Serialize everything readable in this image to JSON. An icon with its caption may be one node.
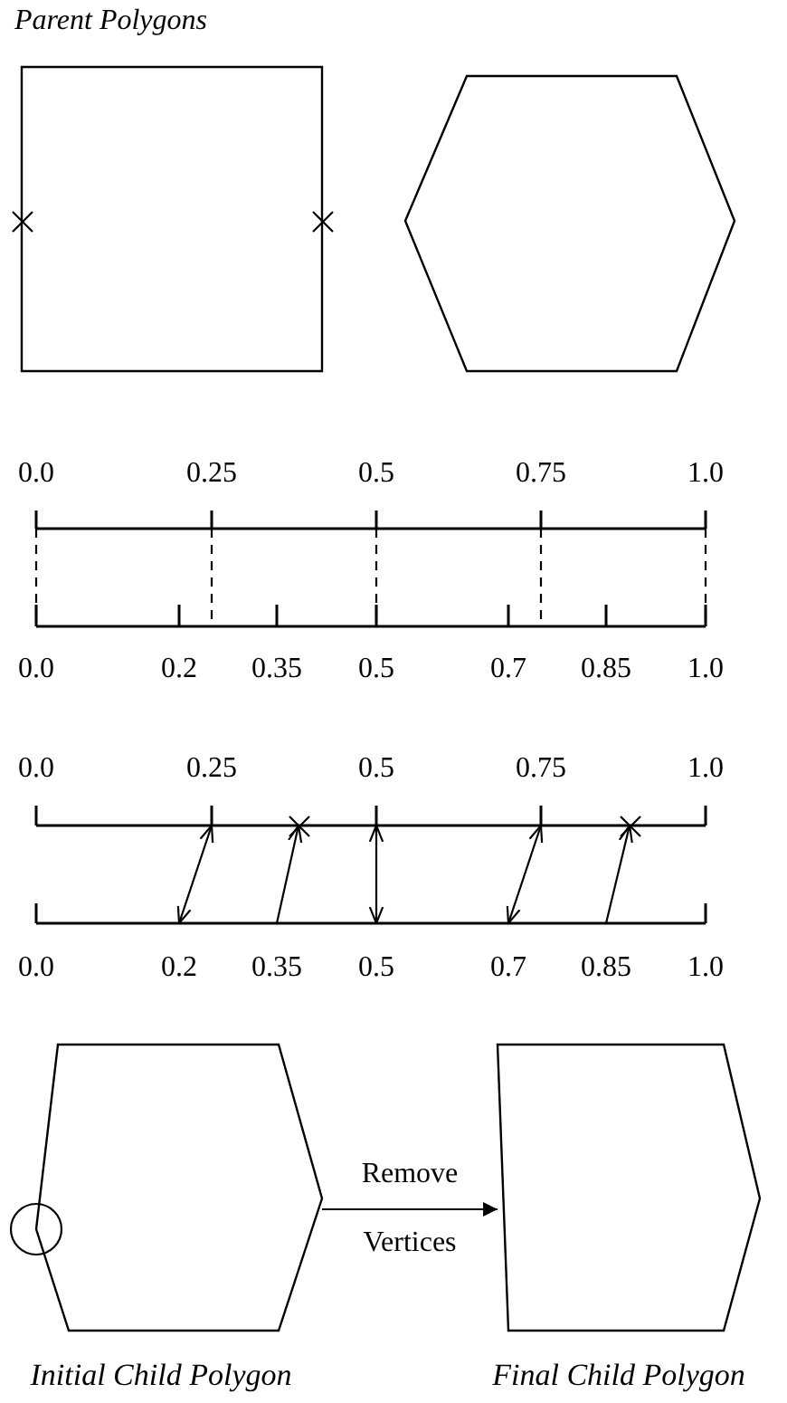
{
  "diagram": {
    "title": "Parent Polygons",
    "nodes": [
      {
        "text": [],
        "shape": "box"
      },
      {
        "text": [],
        "shape": "hexagon"
      },
      {
        "text": [],
        "shape": "bar"
      },
      {
        "text": [],
        "shape": "bar"
      },
      {
        "text": [],
        "shape": "bar"
      },
      {
        "text": [],
        "shape": "bar"
      },
      {
        "text": [],
        "shape": "hexagon",
        "beside": [
          "Initial Child Polygon"
        ]
      },
      {
        "text": [],
        "shape": "pentagon",
        "beside": [
          "Final Child Polygon"
        ]
      }
    ],
    "edges": [
      {
        "from": 2,
        "to": 3,
        "arrow": "none",
        "style": "dashed"
      },
      {
        "from": 2,
        "to": 3,
        "arrow": "none",
        "style": "dashed"
      },
      {
        "from": 2,
        "to": 3,
        "arrow": "none",
        "style": "dashed"
      },
      {
        "from": 2,
        "to": 3,
        "arrow": "none",
        "style": "dashed"
      },
      {
        "from": 2,
        "to": 3,
        "arrow": "none",
        "style": "dashed"
      },
      {
        "from": 5,
        "to": 4,
        "arrow": "both"
      },
      {
        "from": 5,
        "to": 4,
        "arrow": "to"
      },
      {
        "from": 5,
        "to": 4,
        "arrow": "both"
      },
      {
        "from": 5,
        "to": 4,
        "arrow": "both"
      },
      {
        "from": 5,
        "to": 4,
        "arrow": "to"
      },
      {
        "from": 6,
        "to": 7,
        "arrow": "to",
        "label": "Remove Vertices"
      }
    ],
    "labels": [
      "0.0",
      "0.25",
      "0.5",
      "0.75",
      "1.0",
      "0.0",
      "0.2",
      "0.35",
      "0.5",
      "0.7",
      "0.85",
      "1.0",
      "0.0",
      "0.25",
      "0.5",
      "0.75",
      "1.0",
      "0.0",
      "0.2",
      "0.35",
      "0.5",
      "0.7",
      "0.85",
      "1.0"
    ]
  }
}
